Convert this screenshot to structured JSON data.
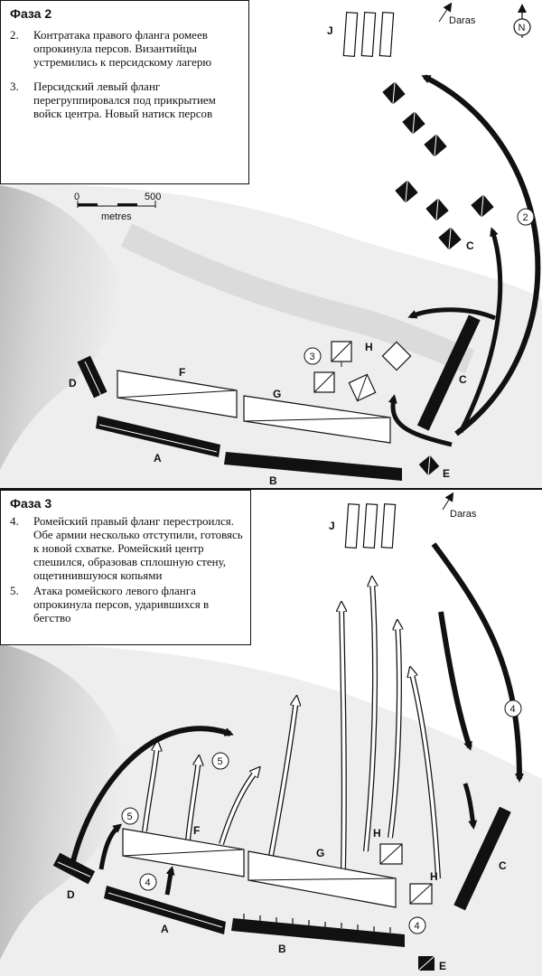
{
  "phase2": {
    "title": "Фаза 2",
    "items": [
      {
        "num": "2.",
        "text": "Контратака правого фланга ромеев опрокинула персов. Византийцы устремились к персидскому лагерю"
      },
      {
        "num": "3.",
        "text": "Персидский левый фланг перегруппировался под прикрытием войск центра. Новый натиск персов"
      }
    ],
    "map": {
      "town": "Daras",
      "north": "N",
      "scale": {
        "zero": "0",
        "max": "500",
        "unit": "metres"
      },
      "labels": {
        "J": "J",
        "A": "A",
        "B": "B",
        "C1": "C",
        "C2": "C",
        "D": "D",
        "E": "E",
        "F": "F",
        "G": "G",
        "H": "H"
      },
      "markers": {
        "m2": "2",
        "m3": "3"
      }
    }
  },
  "phase3": {
    "title": "Фаза 3",
    "items": [
      {
        "num": "4.",
        "text": "Ромейский правый фланг перестроился. Обе армии несколько отступили, готовясь к новой схватке. Ромейский центр спешился, образовав сплошную стену, ощетинившуюся копьями"
      },
      {
        "num": "5.",
        "text": "Атака ромейского левого фланга опрокинула персов, ударившихся в бегство"
      }
    ],
    "map": {
      "town": "Daras",
      "labels": {
        "J": "J",
        "A": "A",
        "B": "B",
        "C": "C",
        "D": "D",
        "E": "E",
        "F": "F",
        "G": "G",
        "H1": "H",
        "H2": "H"
      },
      "markers": {
        "m4a": "4",
        "m4b": "4",
        "m4c": "4",
        "m5a": "5",
        "m5b": "5"
      }
    }
  },
  "colors": {
    "ink": "#111111",
    "paper": "#ffffff",
    "terrain_light": "#e9e9e9",
    "terrain_dark": "#bdbdbd"
  }
}
